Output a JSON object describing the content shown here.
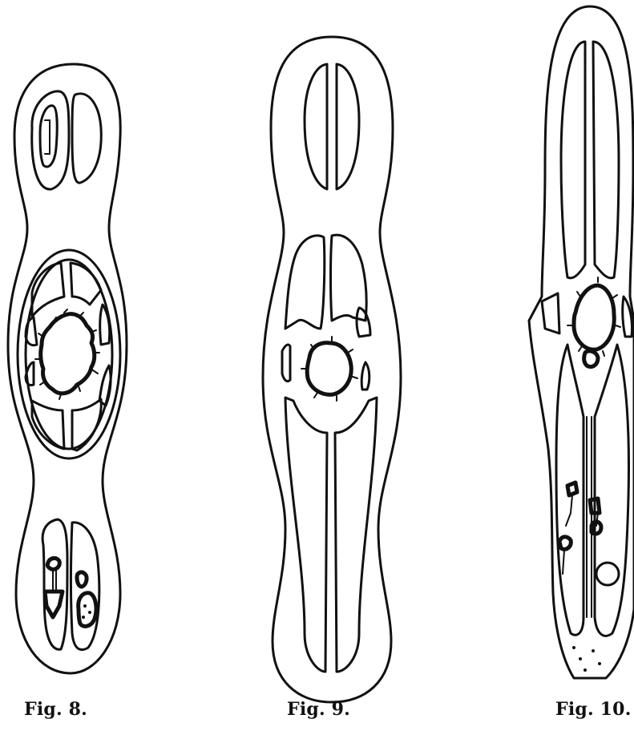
{
  "figures": [
    {
      "caption": "Fig. 8."
    },
    {
      "caption": "Fig. 9."
    },
    {
      "caption": "Fig. 10."
    }
  ],
  "colors": {
    "ink": "#111111",
    "paper": "#ffffff"
  }
}
